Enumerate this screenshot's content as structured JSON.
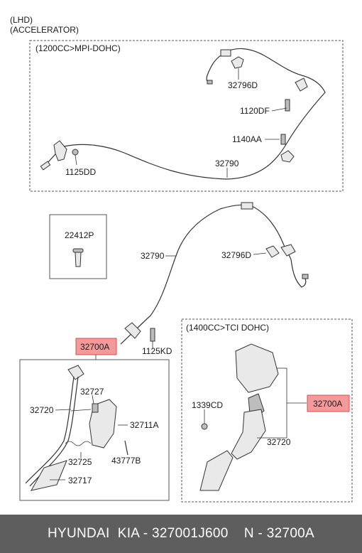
{
  "header": {
    "line1": "(LHD)",
    "line2": "(ACCELERATOR)"
  },
  "section_top": {
    "title": "(1200CC>MPI-DOHC)"
  },
  "section_right": {
    "title": "(1400CC>TCI DOHC)"
  },
  "labels": {
    "p32796d_top": "32796D",
    "p1120df": "1120DF",
    "p1140aa": "1140AA",
    "p32790_top": "32790",
    "p1125dd": "1125DD",
    "p22412p": "22412P",
    "p32790_mid": "32790",
    "p32796d_mid": "32796D",
    "p32700a_left": "32700A",
    "p1125kd": "1125KD",
    "p32727": "32727",
    "p32720_left": "32720",
    "p32711a": "32711A",
    "p32725": "32725",
    "p43777b": "43777B",
    "p32717": "32717",
    "p1339cd": "1339CD",
    "p32700a_right": "32700A",
    "p32720_right": "32720"
  },
  "colors": {
    "highlight": "#f59a9a",
    "footer_bg": "#5e5e5e",
    "footer_text": "#ffffff"
  },
  "footer": {
    "text": "HYUNDAI  KIA - 327001J600    N - 32700A"
  }
}
